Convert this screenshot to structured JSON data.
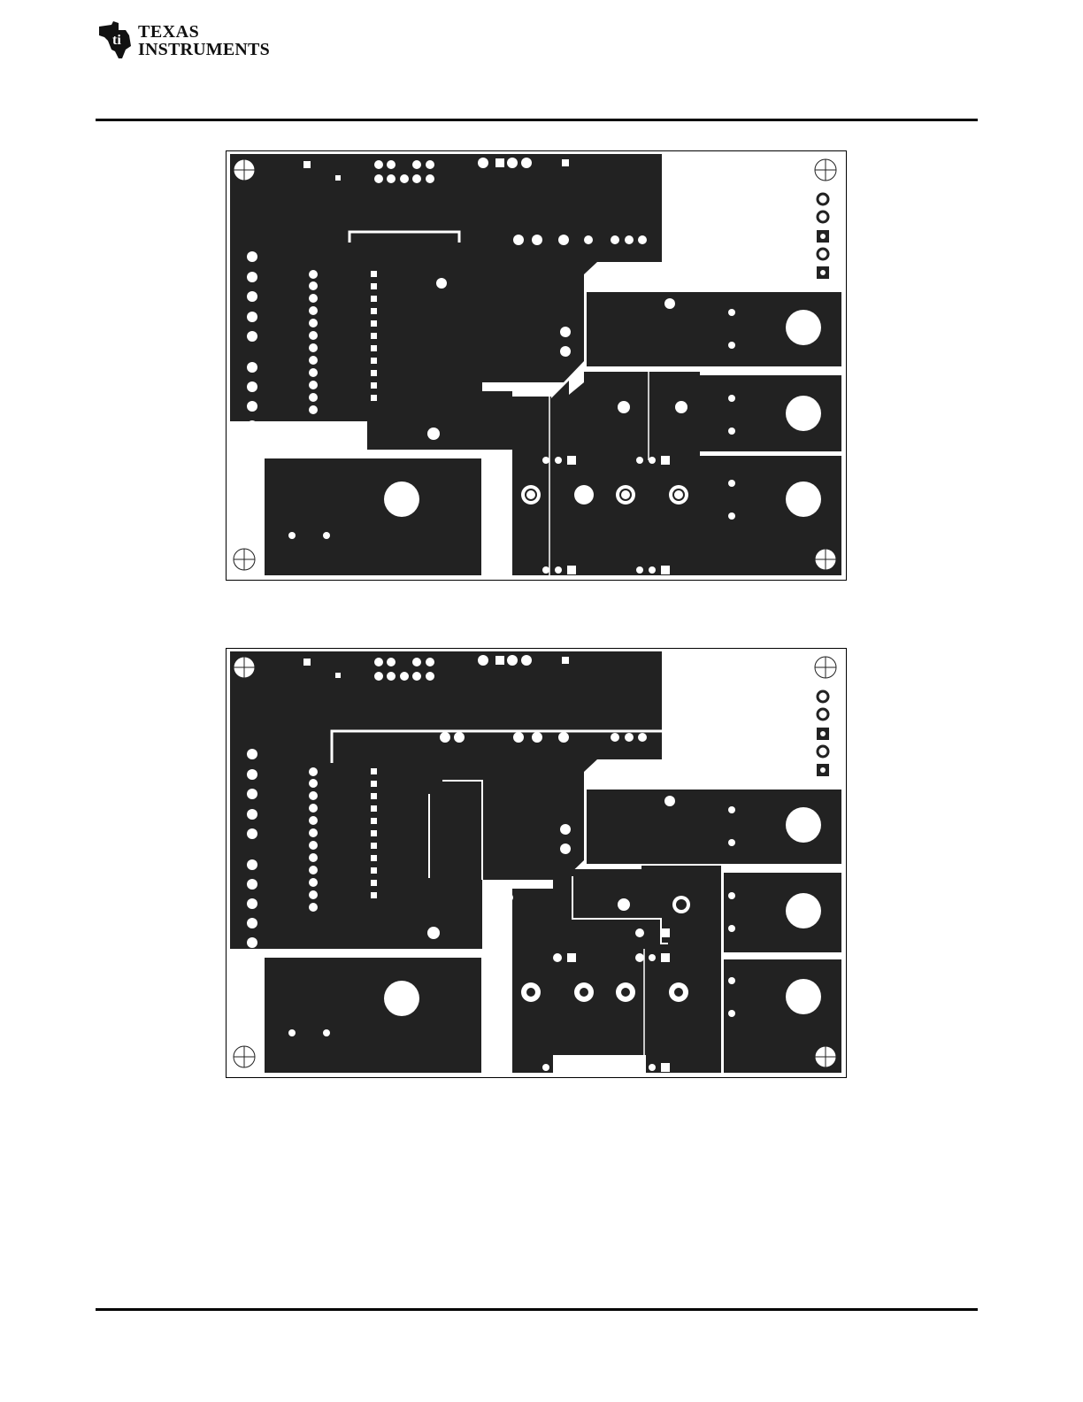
{
  "header": {
    "brand_line1": "TEXAS",
    "brand_line2": "INSTRUMENTS",
    "logo_icon": "ti-logo-icon"
  },
  "figures": [
    {
      "name": "pcb-layer-top"
    },
    {
      "name": "pcb-layer-bottom"
    }
  ]
}
